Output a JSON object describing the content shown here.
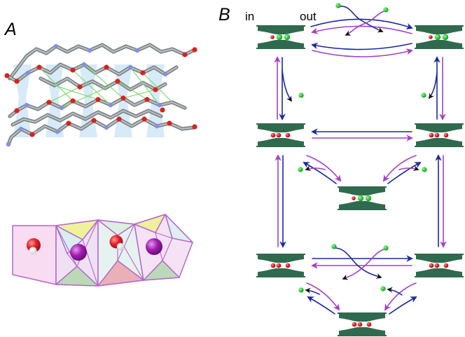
{
  "panel_a": {
    "label": "A"
  },
  "panel_b": {
    "label": "B",
    "side_in": "in",
    "side_out": "out"
  },
  "colors": {
    "arrow_blue": "#1c2a9c",
    "arrow_purple": "#a43fc9",
    "channel": "#2f6a4e",
    "ion": "#2fcf3a",
    "water": "#e02828",
    "cation": "#9b1aa8",
    "polyhedron_edge": "#b566cf",
    "hydrogen_bond": "#77d866"
  }
}
